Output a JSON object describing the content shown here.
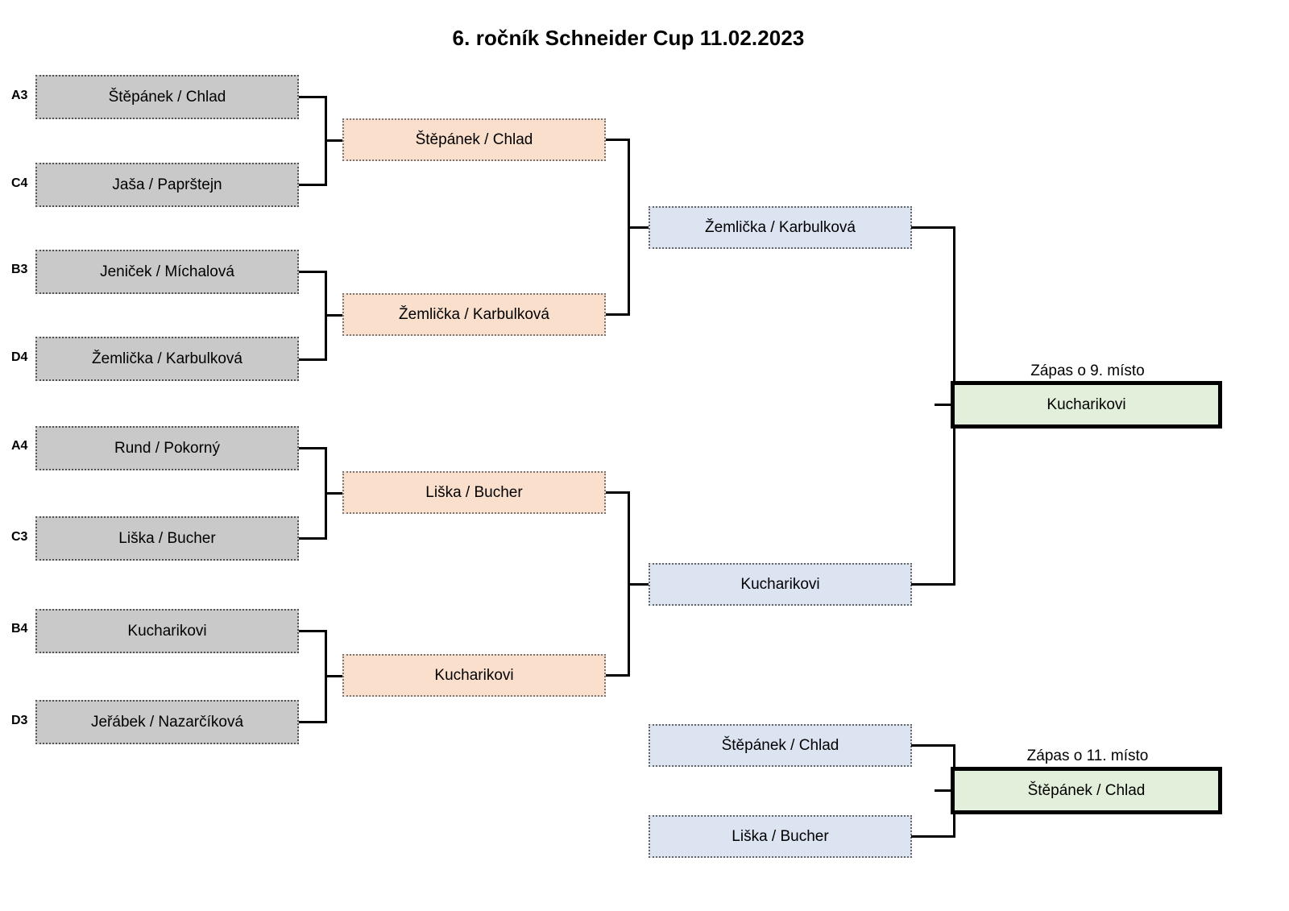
{
  "header": {
    "title": "6. ročník Schneider Cup 11.02.2023"
  },
  "colors": {
    "round1_box": "#c9c9c9",
    "round2_box": "#fadfcd",
    "round3_box": "#dce4f2",
    "final_box": "#e2efda",
    "connector": "#000000",
    "text": "#000000"
  },
  "bracket": {
    "round1": {
      "label": "round-of-8",
      "matches": [
        {
          "teams": [
            {
              "seed": "A3",
              "name": "Štěpánek / Chlad"
            },
            {
              "seed": "C4",
              "name": "Jaša / Paprštejn"
            }
          ]
        },
        {
          "teams": [
            {
              "seed": "B3",
              "name": "Jeniček / Míchalová"
            },
            {
              "seed": "D4",
              "name": "Žemlička / Karbulková"
            }
          ]
        },
        {
          "teams": [
            {
              "seed": "A4",
              "name": "Rund / Pokorný"
            },
            {
              "seed": "C3",
              "name": "Liška / Bucher"
            }
          ]
        },
        {
          "teams": [
            {
              "seed": "B4",
              "name": "Kucharikovi"
            },
            {
              "seed": "D3",
              "name": "Jeřábek / Nazarčíková"
            }
          ]
        }
      ]
    },
    "round2": {
      "label": "semifinals",
      "winners": [
        {
          "name": "Štěpánek / Chlad"
        },
        {
          "name": "Žemlička / Karbulková"
        },
        {
          "name": "Liška / Bucher"
        },
        {
          "name": "Kucharikovi"
        }
      ]
    },
    "round3": {
      "label": "finals-bracket",
      "winners": [
        {
          "name": "Žemlička / Karbulková"
        },
        {
          "name": "Kucharikovi"
        }
      ],
      "consolation": [
        {
          "name": "Štěpánek / Chlad"
        },
        {
          "name": "Liška / Bucher"
        }
      ]
    },
    "placements": [
      {
        "caption": "Zápas o 9. místo",
        "winner": "Kucharikovi"
      },
      {
        "caption": "Zápas o 11. místo",
        "winner": "Štěpánek / Chlad"
      }
    ]
  }
}
